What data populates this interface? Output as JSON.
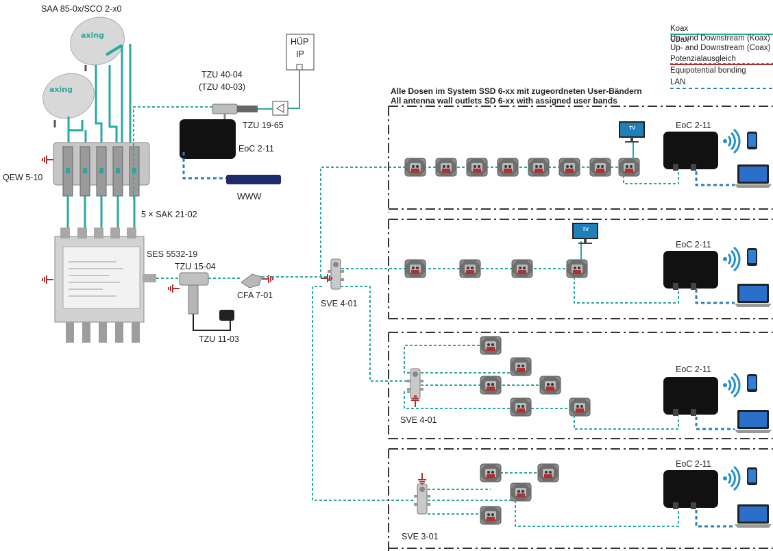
{
  "title_text": "",
  "colors": {
    "koax": "#27a9a0",
    "lan": "#2a7fb5",
    "updown": "#27a9a0",
    "potential": "#b03030",
    "device_dark": "#111111",
    "wifi": "#1f8fd0"
  },
  "legend": {
    "koax_de": "Koax",
    "koax_en": "Coax",
    "updown_de": "Up- und Downstream (Koax)",
    "updown_en": "Up- and Downstream (Coax)",
    "potential_de": "Potenzialausgleich",
    "potential_en": "Equipotential bonding",
    "lan": "LAN"
  },
  "labels": {
    "saa": "SAA 85-0x/SCO 2-x0",
    "hup_line1": "HÜP",
    "hup_line2": "IP",
    "tzu_40_04": "TZU 40-04",
    "tzu_40_03": "(TZU 40-03)",
    "tzu_19_65": "TZU 19-65",
    "eoc_master": "EoC 2-11",
    "www": "WWW",
    "qew": "QEW 5-10",
    "sak": "5 × SAK 21-02",
    "ses": "SES 5532-19",
    "tzu_15_04": "TZU 15-04",
    "cfa": "CFA 7-01",
    "tzu_11_03": "TZU 11-03",
    "sve_main": "SVE 4-01",
    "sve_row3": "SVE 4-01",
    "sve_row4": "SVE 3-01",
    "header_de": "Alle Dosen im System SSD 6-xx mit zugeordneten User-Bändern",
    "header_en": "All antenna wall outlets SD 6-xx with assigned user bands",
    "eoc_row1": "EoC 2-11",
    "eoc_row2": "EoC 2-11",
    "eoc_row3": "EoC 2-11",
    "eoc_row4": "EoC 2-11",
    "tv": "TV",
    "logo": "axing"
  }
}
